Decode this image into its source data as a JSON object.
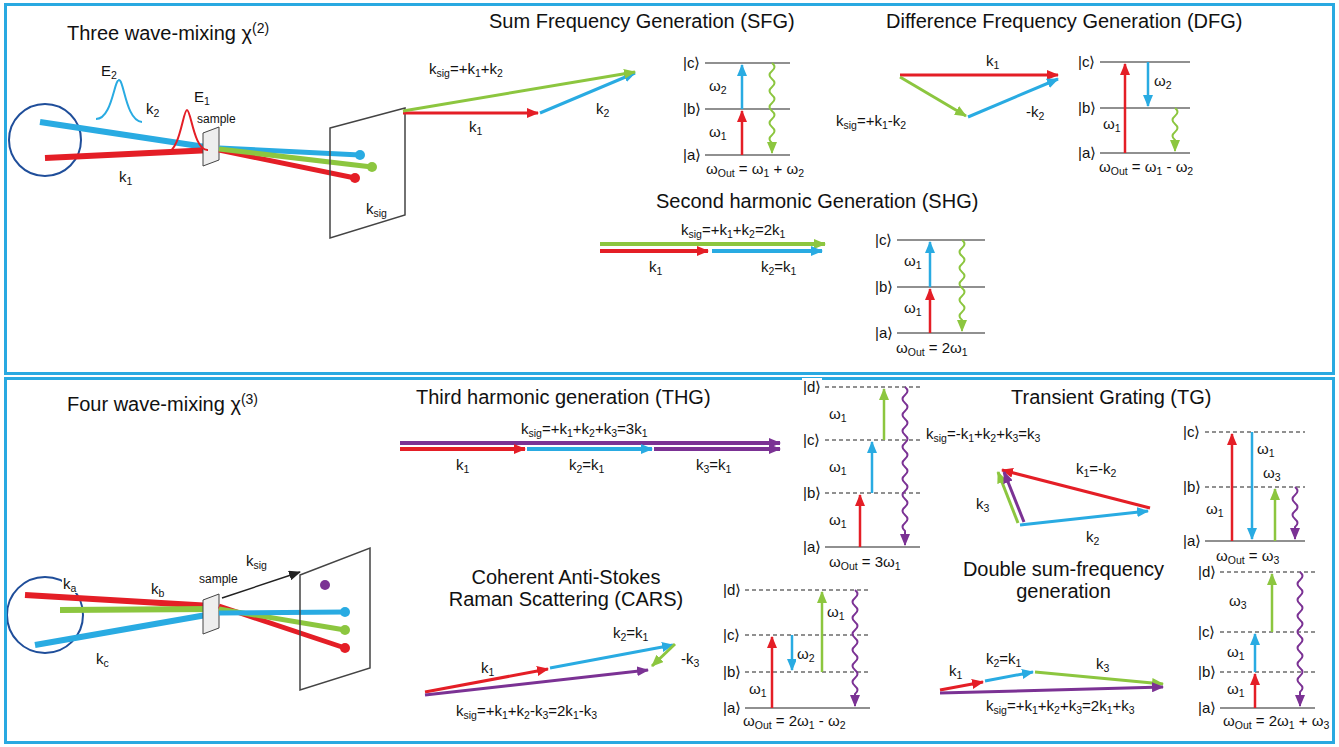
{
  "diagram": {
    "nodes": [
      {
        "text": [
          "Three wave-mixing χ(2)"
        ]
      },
      {
        "text": [
          "Four wave-mixing χ(3)"
        ]
      }
    ],
    "labels": [
      "Sum Frequency Generation (SFG)",
      "Difference Frequency Generation (DFG)",
      "E2",
      "E1",
      "k2",
      "k1",
      "sample",
      "ksig",
      "ksig=+k1+k2",
      "k1",
      "k2",
      "|c⟩",
      "ω2",
      "|b⟩",
      "ω1",
      "|a⟩",
      "ωOut = ω1 + ω2",
      "k1",
      "ksig=+k1-k2",
      "-k2",
      "|c⟩",
      "ω2",
      "|b⟩",
      "ω1",
      "|a⟩",
      "ωOut = ω1 - ω2",
      "Second harmonic Generation (SHG)",
      "ksig=+k1+k2=2k1",
      "k1",
      "k2=k1",
      "|c⟩",
      "ω1",
      "|b⟩",
      "ω1",
      "|a⟩",
      "ωOut = 2ω1",
      "ka",
      "kb",
      "kc",
      "sample",
      "ksig",
      "Third harmonic generation (THG)",
      "ksig=+k1+k2+k3=3k1",
      "k1",
      "k2=k1",
      "k3=k1",
      "|d⟩",
      "ω1",
      "|c⟩",
      "ω1",
      "|b⟩",
      "ω1",
      "|a⟩",
      "ωOut = 3ω1",
      "Transient Grating (TG)",
      "ksig=-k1+k2+k3=k3",
      "k1=-k2",
      "k3",
      "k2",
      "|c⟩",
      "ω1",
      "ω3",
      "|b⟩",
      "ω1",
      "|a⟩",
      "ωOut = ω3",
      "Coherent Anti-Stokes Raman Scattering (CARS)",
      "k2=k1",
      "-k3",
      "k1",
      "ksig=+k1+k2-k3=2k1-k3",
      "|d⟩",
      "ω1",
      "|c⟩",
      "ω2",
      "|b⟩",
      "ω1",
      "|a⟩",
      "ωOut = 2ω1 - ω2",
      "Double sum-frequency generation",
      "k1",
      "k2=k1",
      "k3",
      "ksig=+k1+k2+k3=2k1+k3",
      "|d⟩",
      "ω3",
      "|c⟩",
      "ω1",
      "|b⟩",
      "ω1",
      "|a⟩",
      "ωOut = 2ω1 + ω3"
    ]
  }
}
